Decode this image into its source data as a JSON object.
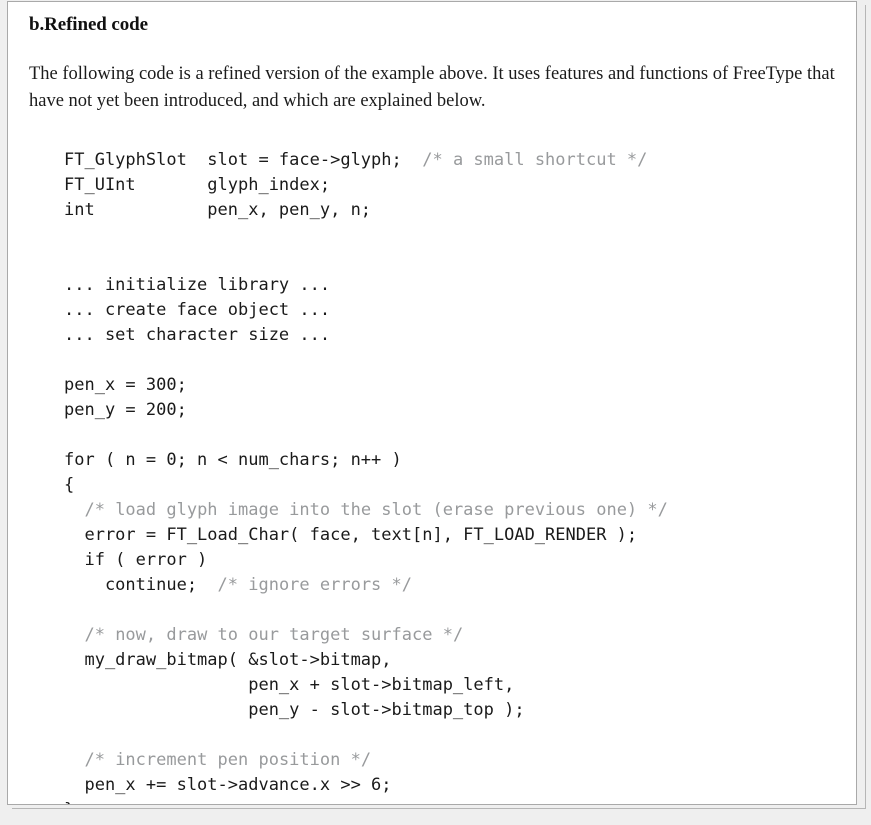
{
  "document": {
    "title": "b.Refined code",
    "paragraph": "The following code is a refined version of the example above. It uses features and functions of FreeType that have not yet been introduced, and which are explained below.",
    "colors": {
      "page_background": "#efefef",
      "card_background": "#ffffff",
      "card_border": "#a9a9a9",
      "code_text": "#1a1a1a",
      "comment_text": "#989a9c",
      "title_text": "#111111",
      "body_text": "#1b1b1b"
    }
  },
  "code": {
    "language": "c",
    "lines": [
      [
        {
          "t": "code",
          "s": "FT_GlyphSlot  slot = face->glyph;  "
        },
        {
          "t": "comment",
          "s": "/* a small shortcut */"
        }
      ],
      [
        {
          "t": "code",
          "s": "FT_UInt       glyph_index;"
        }
      ],
      [
        {
          "t": "code",
          "s": "int           pen_x, pen_y, n;"
        }
      ],
      [],
      [],
      [
        {
          "t": "code",
          "s": "... initialize library ..."
        }
      ],
      [
        {
          "t": "code",
          "s": "... create face object ..."
        }
      ],
      [
        {
          "t": "code",
          "s": "... set character size ..."
        }
      ],
      [],
      [
        {
          "t": "code",
          "s": "pen_x = 300;"
        }
      ],
      [
        {
          "t": "code",
          "s": "pen_y = 200;"
        }
      ],
      [],
      [
        {
          "t": "code",
          "s": "for ( n = 0; n < num_chars; n++ )"
        }
      ],
      [
        {
          "t": "code",
          "s": "{"
        }
      ],
      [
        {
          "t": "code",
          "s": "  "
        },
        {
          "t": "comment",
          "s": "/* load glyph image into the slot (erase previous one) */"
        }
      ],
      [
        {
          "t": "code",
          "s": "  error = FT_Load_Char( face, text[n], FT_LOAD_RENDER );"
        }
      ],
      [
        {
          "t": "code",
          "s": "  if ( error )"
        }
      ],
      [
        {
          "t": "code",
          "s": "    continue;  "
        },
        {
          "t": "comment",
          "s": "/* ignore errors */"
        }
      ],
      [],
      [
        {
          "t": "code",
          "s": "  "
        },
        {
          "t": "comment",
          "s": "/* now, draw to our target surface */"
        }
      ],
      [
        {
          "t": "code",
          "s": "  my_draw_bitmap( &slot->bitmap,"
        }
      ],
      [
        {
          "t": "code",
          "s": "                  pen_x + slot->bitmap_left,"
        }
      ],
      [
        {
          "t": "code",
          "s": "                  pen_y - slot->bitmap_top );"
        }
      ],
      [],
      [
        {
          "t": "code",
          "s": "  "
        },
        {
          "t": "comment",
          "s": "/* increment pen position */"
        }
      ],
      [
        {
          "t": "code",
          "s": "  pen_x += slot->advance.x >> 6;"
        }
      ],
      [
        {
          "t": "code",
          "s": "}"
        }
      ]
    ]
  }
}
